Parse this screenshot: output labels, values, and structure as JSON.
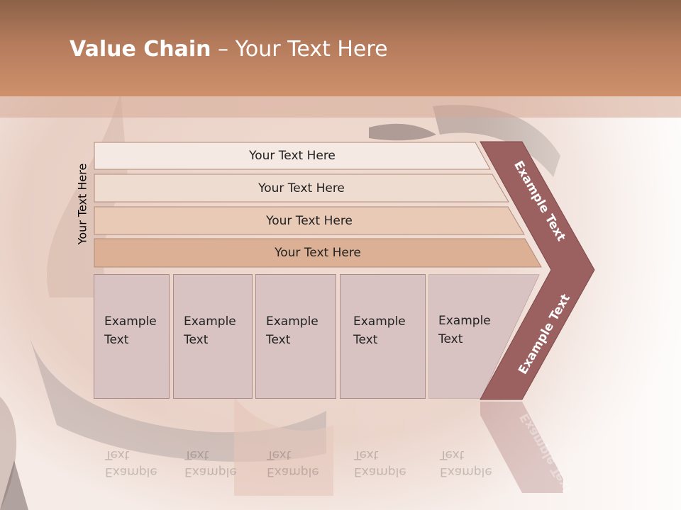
{
  "slide": {
    "title_bold": "Value Chain",
    "title_rest": " – Your Text Here",
    "vertical_label": "Your Text Here",
    "rows": [
      {
        "label": "Your Text Here",
        "fill": "#f5e9e3"
      },
      {
        "label": "Your Text Here",
        "fill": "#efdcd0"
      },
      {
        "label": "Your Text Here",
        "fill": "#e8cab7"
      },
      {
        "label": "Your Text Here",
        "fill": "#dcb094"
      }
    ],
    "cells": [
      {
        "line1": "Example",
        "line2": "Text"
      },
      {
        "line1": "Example",
        "line2": "Text"
      },
      {
        "line1": "Example",
        "line2": "Text"
      },
      {
        "line1": "Example",
        "line2": "Text"
      },
      {
        "line1": "Example",
        "line2": "Text"
      }
    ],
    "chevron_top_text": "Example Text",
    "chevron_bottom_text": "Example Text",
    "colors": {
      "header": "#c0846a",
      "chevron": "#9b6060",
      "cell_fill": "#d8c3c2",
      "row_stroke": "#b18a78"
    }
  }
}
